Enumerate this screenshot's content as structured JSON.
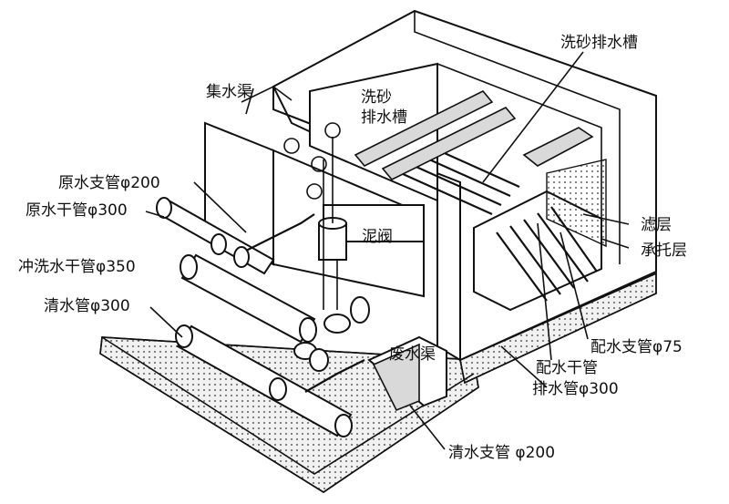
{
  "labels": {
    "collection_channel": "集水渠",
    "sand_wash_trough_inside_line1": "洗砂",
    "sand_wash_trough_inside_line2": "排水槽",
    "sand_wash_trough": "洗砂排水槽",
    "raw_water_branch": "原水支管φ200",
    "raw_water_main": "原水干管φ300",
    "sludge_valve": "泥阀",
    "backwash_main": "冲洗水干管φ350",
    "clean_water_pipe": "清水管φ300",
    "filter_layer": "滤层",
    "support_layer": "承托层",
    "waste_channel": "废水渠",
    "distribution_branch": "配水支管φ75",
    "distribution_main": "配水干管",
    "drain_pipe": "排水管φ300",
    "clean_water_branch": "清水支管 φ200"
  }
}
